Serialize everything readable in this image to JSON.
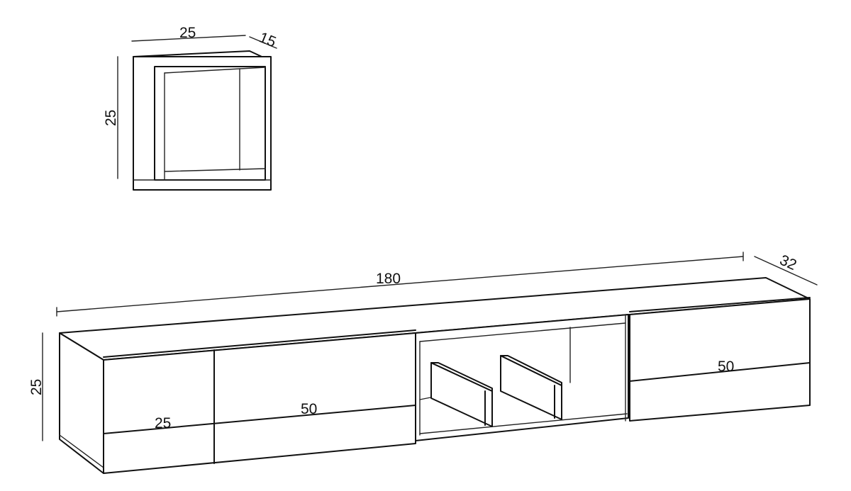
{
  "dimensions": {
    "cube_width": "25",
    "cube_depth": "15",
    "cube_height": "25",
    "unit_length": "180",
    "unit_depth": "32",
    "unit_height": "25",
    "left_drawer_width": "25",
    "middle_drawer_width": "50",
    "right_drawer_width": "50"
  }
}
